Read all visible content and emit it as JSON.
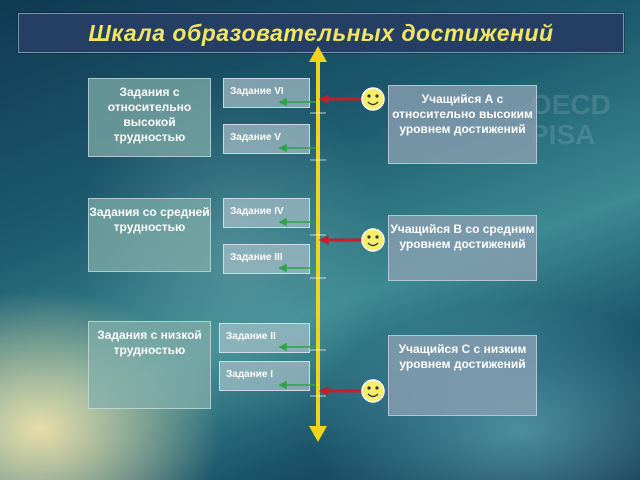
{
  "title": "Шкала образовательных достижений",
  "categories": [
    {
      "label": "Задания с относительно высокой трудностью"
    },
    {
      "label": "Задания со средней трудностью"
    },
    {
      "label": "Задания с низкой трудностью"
    }
  ],
  "tasks": [
    "Задание VI",
    "Задание V",
    "Задание IV",
    "Задание III",
    "Задание II",
    "Задание I"
  ],
  "students": [
    {
      "label": "Учащийся  А с относительно высоким уровнем достижений"
    },
    {
      "label": "Учащийся  В со средним уровнем достижений"
    },
    {
      "label": "Учащийся  С с низким уровнем достижений"
    }
  ],
  "watermark": "OECD PISA",
  "colors": {
    "title_text": "#f1e466",
    "axis": "#f2d31b",
    "pointer": "#c41f2a",
    "task_arrow": "#2fa24a",
    "smiley": "#f7ee6a"
  }
}
